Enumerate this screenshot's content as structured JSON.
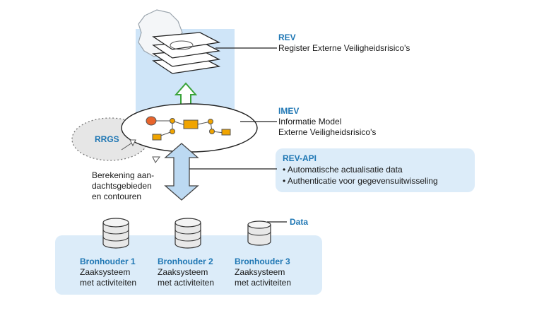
{
  "rev": {
    "title": "REV",
    "subtitle": "Register Externe Veiligheidsrisico's"
  },
  "imev": {
    "title": "IMEV",
    "line1": "Informatie Model",
    "line2": "Externe Veiligheidsrisico's"
  },
  "api": {
    "title": "REV-API",
    "items": [
      "• Automatische actualisatie data",
      "• Authenticatie voor gegevensuitwisseling"
    ]
  },
  "rrgs": {
    "label": "RRGS",
    "note_line1": "Berekening aan-",
    "note_line2": "dachtsgebieden",
    "note_line3": "en contouren"
  },
  "data_label": "Data",
  "sources": [
    {
      "name": "Bronhouder 1",
      "line1": "Zaaksysteem",
      "line2": "met activiteiten"
    },
    {
      "name": "Bronhouder 2",
      "line1": "Zaaksysteem",
      "line2": "met activiteiten"
    },
    {
      "name": "Bronhouder 3",
      "line1": "Zaaksysteem",
      "line2": "met activiteiten"
    }
  ],
  "colors": {
    "accent_blue": "#1f77b4",
    "panel_blue": "#dcecf9",
    "arrow_green": "#3aa33a",
    "node_orange": "#f0a400",
    "node_red": "#e8642c"
  }
}
